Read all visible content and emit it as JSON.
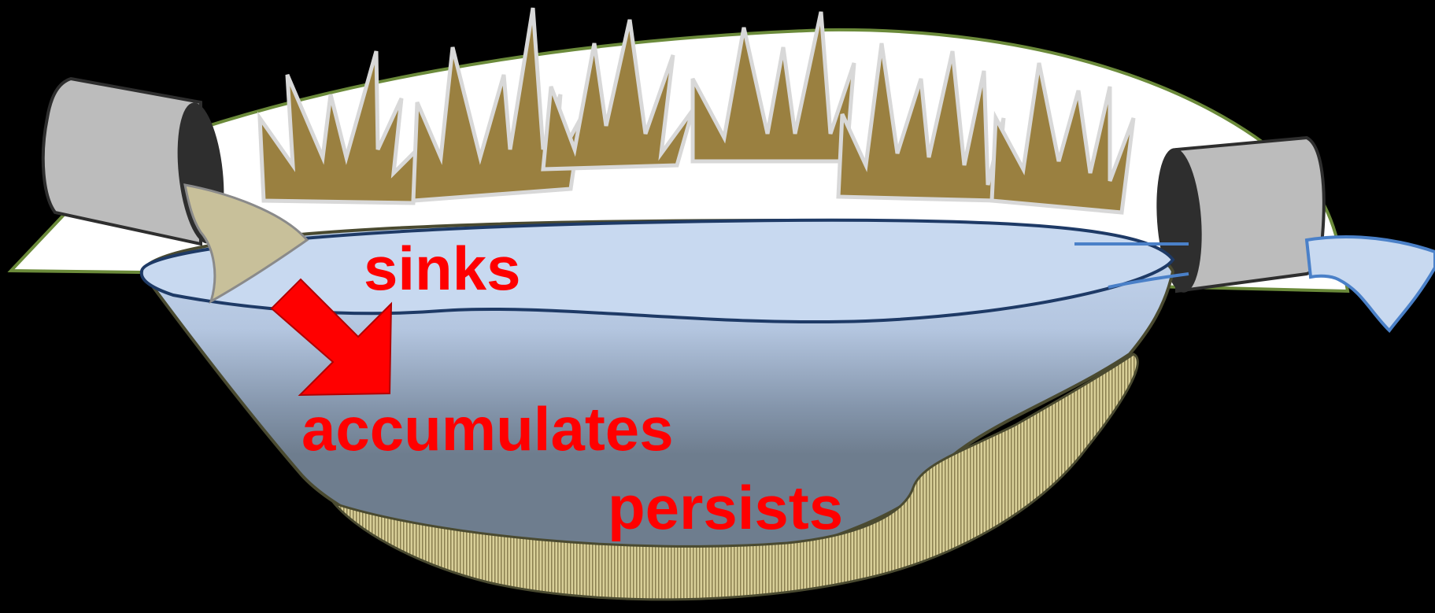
{
  "labels": {
    "sinks": "sinks",
    "accumulates": "accumulates",
    "persists": "persists"
  },
  "colors": {
    "background": "#000000",
    "land": "#ffffff",
    "land_edge": "#6b8a3a",
    "grass_fill": "#9a8040",
    "grass_edge": "#d8d8d8",
    "pipe_body": "#bcbcbc",
    "pipe_mouth": "#2e2e2e",
    "water_surface": "#c8d9f0",
    "water_deep": "#6e7d8e",
    "water_edge": "#1e3a66",
    "sediment": "#d8cf98",
    "sediment_stripe": "#8a7f4f",
    "plume": "#c8c09a",
    "label_red": "#ff0000",
    "outflow": "#c8d9f0",
    "outflow_edge": "#4a80c8"
  },
  "icons": {
    "left_pipe": "inflow-pipe-icon",
    "right_pipe": "outflow-pipe-icon",
    "arrow": "down-right-arrow-icon"
  }
}
